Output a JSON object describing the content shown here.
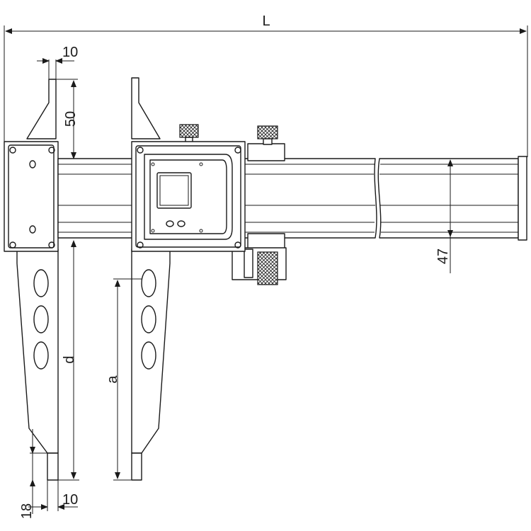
{
  "dimensions": {
    "total_length": "L",
    "jaw_top_width": "10",
    "upper_jaw_height": "50",
    "beam_height": "47",
    "jaw_depth": "d",
    "inner_jaw_depth": "a",
    "tip_height": "18",
    "tip_width": "10"
  },
  "colors": {
    "stroke": "#1a1a1a",
    "background": "#ffffff"
  }
}
